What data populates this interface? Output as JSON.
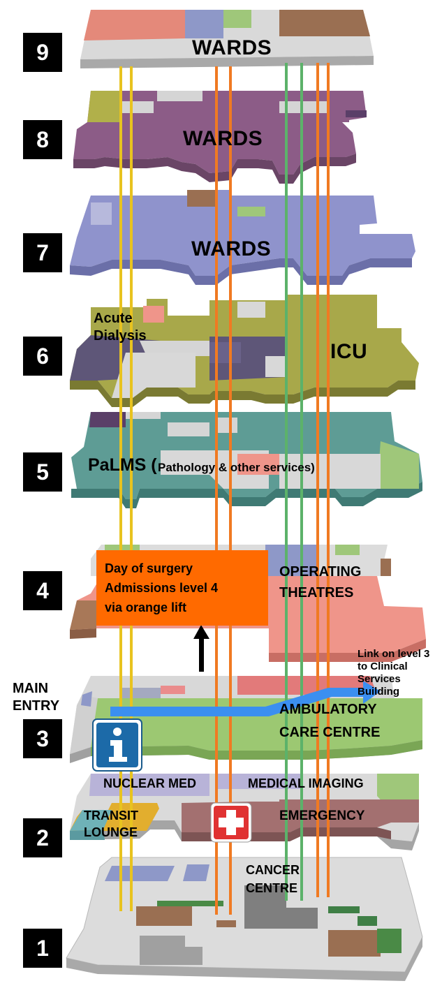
{
  "levels": [
    {
      "num": "1",
      "label": "CANCER CENTRE"
    },
    {
      "num": "2",
      "labels": [
        "NUCLEAR MED",
        "MEDICAL IMAGING",
        "TRANSIT LOUNGE",
        "EMERGENCY"
      ]
    },
    {
      "num": "3",
      "label": "AMBULATORY CARE CENTRE"
    },
    {
      "num": "4",
      "label": "OPERATING THEATRES"
    },
    {
      "num": "5",
      "label_main": "PaLMS (",
      "label_sub": "Pathology & other services)"
    },
    {
      "num": "6",
      "labels": [
        "Acute Dialysis",
        "ICU"
      ]
    },
    {
      "num": "7",
      "label": "WARDS"
    },
    {
      "num": "8",
      "label": "WARDS"
    },
    {
      "num": "9",
      "label": "WARDS"
    }
  ],
  "text": {
    "level9_wards": "WARDS",
    "level8_wards": "WARDS",
    "level7_wards": "WARDS",
    "acute": "Acute",
    "dialysis": "Dialysis",
    "icu": "ICU",
    "palms": "PaLMS (",
    "palms_sub": "Pathology & other services)",
    "operating": "OPERATING",
    "theatres": "THEATRES",
    "callout_line1": "Day of surgery",
    "callout_line2": "Admissions level 4",
    "callout_line3": "via orange lift",
    "link_line1": "Link on level 3",
    "link_line2": "to Clinical",
    "link_line3": "Services",
    "link_line4": "Building",
    "main": "MAIN",
    "entry": "ENTRY",
    "ambulatory": "AMBULATORY",
    "care_centre": "CARE CENTRE",
    "nuclear_med": "NUCLEAR MED",
    "medical_imaging": "MEDICAL IMAGING",
    "transit": "TRANSIT",
    "lounge": "LOUNGE",
    "emergency": "EMERGENCY",
    "cancer": "CANCER",
    "centre": "CENTRE"
  },
  "badges": [
    "9",
    "8",
    "7",
    "6",
    "5",
    "4",
    "3",
    "2",
    "1"
  ],
  "icons": {
    "info": "information-sign-icon",
    "emergency": "red-cross-icon"
  },
  "colors": {
    "lift_yellow": "#e8c31f",
    "lift_orange": "#f07a22",
    "lift_green": "#5cb26a",
    "link_arrow": "#3b8ff0",
    "callout": "#ff6a00"
  }
}
